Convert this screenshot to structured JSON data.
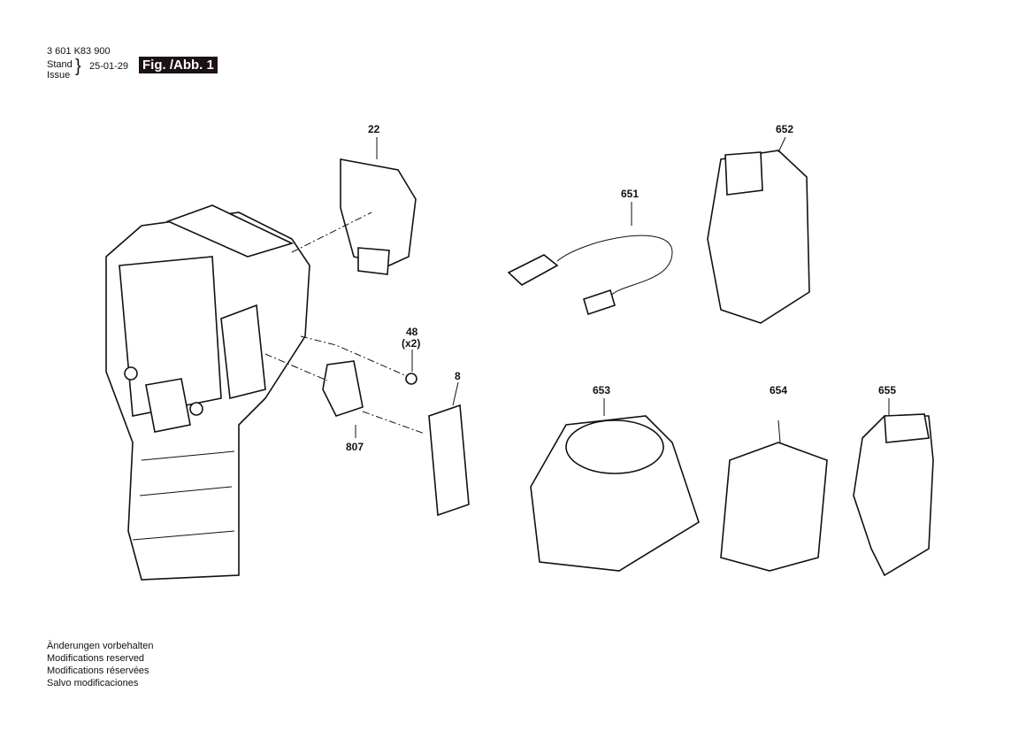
{
  "header": {
    "part_number": "3 601 K83 900",
    "stand": "Stand",
    "issue": "Issue",
    "date": "25-01-29",
    "figure": "Fig. /Abb. 1"
  },
  "callouts": {
    "c22": "22",
    "c651": "651",
    "c652": "652",
    "c48": "48",
    "c48q": "(x2)",
    "c8": "8",
    "c807": "807",
    "c653": "653",
    "c654": "654",
    "c655": "655"
  },
  "footer": [
    "Änderungen vorbehalten",
    "Modifications reserved",
    "Modifications réservées",
    "Salvo modificaciones"
  ]
}
